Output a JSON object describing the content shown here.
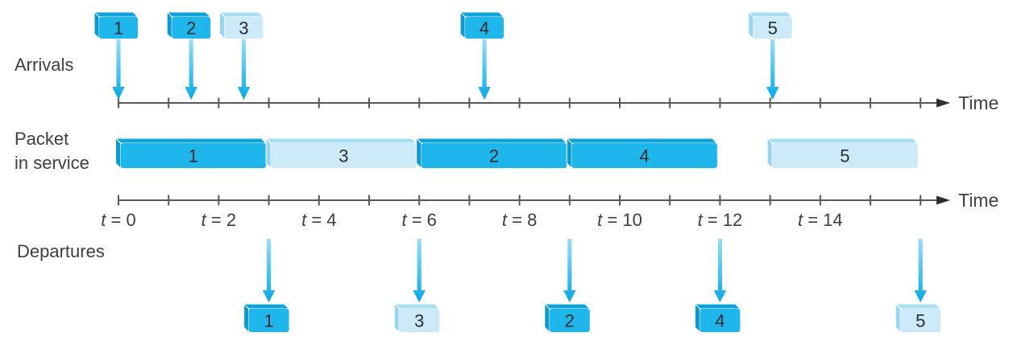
{
  "figure_labels": {
    "arrivals": "Arrivals",
    "packet_in_service": [
      "Packet",
      "in service"
    ],
    "departures": "Departures",
    "time_axis": "Time"
  },
  "timeline": {
    "tick_min": 0,
    "tick_max": 16,
    "label_step": 2,
    "tick_labels": [
      {
        "text": "t = 0",
        "t": 0
      },
      {
        "text": "t = 2",
        "t": 2
      },
      {
        "text": "t = 4",
        "t": 4
      },
      {
        "text": "t = 6",
        "t": 6
      },
      {
        "text": "t = 8",
        "t": 8
      },
      {
        "text": "t = 10",
        "t": 10
      },
      {
        "text": "t = 12",
        "t": 12
      },
      {
        "text": "t = 14",
        "t": 14
      }
    ]
  },
  "packets": {
    "arrivals": [
      {
        "label": "1",
        "t": 0,
        "color_class": "class1"
      },
      {
        "label": "2",
        "t": 1.45,
        "color_class": "class1"
      },
      {
        "label": "3",
        "t": 2.5,
        "color_class": "class2"
      },
      {
        "label": "4",
        "t": 7.3,
        "color_class": "class1"
      },
      {
        "label": "5",
        "t": 13.05,
        "color_class": "class2"
      }
    ],
    "in_service": [
      {
        "label": "1",
        "start": 0,
        "end": 3,
        "color_class": "class1"
      },
      {
        "label": "3",
        "start": 3,
        "end": 6,
        "color_class": "class2"
      },
      {
        "label": "2",
        "start": 6,
        "end": 9,
        "color_class": "class1"
      },
      {
        "label": "4",
        "start": 9,
        "end": 12,
        "color_class": "class1"
      },
      {
        "label": "5",
        "start": 13,
        "end": 16,
        "color_class": "class2"
      }
    ],
    "departures": [
      {
        "label": "1",
        "t": 3,
        "color_class": "class1"
      },
      {
        "label": "3",
        "t": 6,
        "color_class": "class2"
      },
      {
        "label": "2",
        "t": 9,
        "color_class": "class1"
      },
      {
        "label": "4",
        "t": 12,
        "color_class": "class1"
      },
      {
        "label": "5",
        "t": 16,
        "color_class": "class2"
      }
    ]
  },
  "colors": {
    "class1_front": "#1fb6ec",
    "class1_top": "#0ca3dc",
    "class1_side": "#0d98ce",
    "class2_front": "#cdeaf8",
    "class2_top": "#a6def5",
    "class2_side": "#98d5f0",
    "axis": "#57585a",
    "axis_head": "#2e2f31",
    "text": "#3e3f41",
    "digit": "#2a2d30",
    "arrow_grad_top": "#9bdcf6",
    "arrow_grad_bottom": "#09a7e1"
  }
}
